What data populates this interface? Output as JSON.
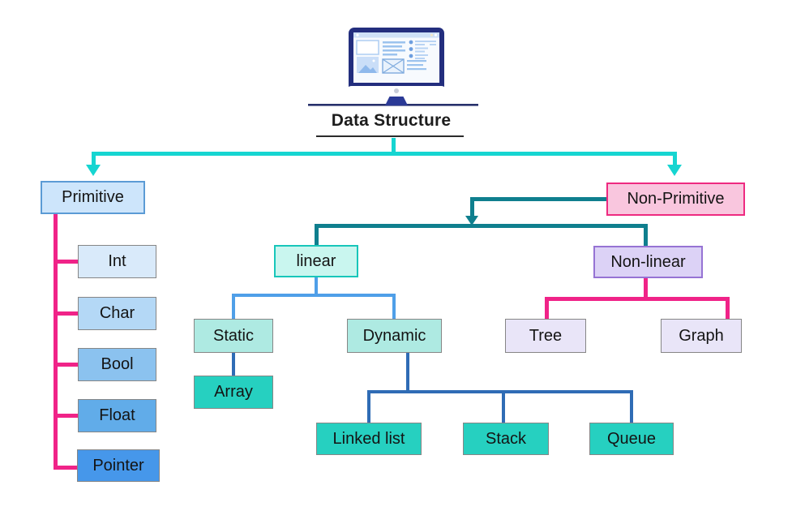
{
  "title": "Data Structure",
  "icon": {
    "name": "computer-monitor-icon"
  },
  "nodes": {
    "primitive": {
      "label": "Primitive"
    },
    "int": {
      "label": "Int"
    },
    "char": {
      "label": "Char"
    },
    "bool": {
      "label": "Bool"
    },
    "float": {
      "label": "Float"
    },
    "pointer": {
      "label": "Pointer"
    },
    "non_primitive": {
      "label": "Non-Primitive"
    },
    "linear": {
      "label": "linear"
    },
    "non_linear": {
      "label": "Non-linear"
    },
    "static": {
      "label": "Static"
    },
    "dynamic": {
      "label": "Dynamic"
    },
    "array": {
      "label": "Array"
    },
    "tree": {
      "label": "Tree"
    },
    "graph": {
      "label": "Graph"
    },
    "linked_list": {
      "label": "Linked list"
    },
    "stack": {
      "label": "Stack"
    },
    "queue": {
      "label": "Queue"
    }
  },
  "hierarchy": {
    "Data Structure": {
      "Primitive": [
        "Int",
        "Char",
        "Bool",
        "Float",
        "Pointer"
      ],
      "Non-Primitive": {
        "linear": {
          "Static": [
            "Array"
          ],
          "Dynamic": [
            "Linked list",
            "Stack",
            "Queue"
          ]
        },
        "Non-linear": [
          "Tree",
          "Graph"
        ]
      }
    }
  },
  "colors": {
    "root_connector": "#16d5d1",
    "non_primitive_connector": "#0f7f8e",
    "primitive_connector": "#f02388",
    "non_linear_connector": "#f02388",
    "linear_connector": "#4f9fe8",
    "dynamic_connector": "#2f6cb5",
    "primitive_fill": "#cde5fb",
    "primitive_border": "#5b9bd5",
    "non_primitive_fill": "#f9c6de",
    "non_primitive_border": "#ee2a80",
    "linear_fill": "#c9f6ef",
    "linear_border": "#18c6ba",
    "non_linear_fill": "#dcd2f6",
    "non_linear_border": "#9673d4",
    "static_dynamic_fill": "#aeeae2",
    "leaf_teal_fill": "#26d0c0",
    "tree_graph_fill": "#e9e5f8",
    "int_fill": "#d9eafa",
    "char_fill": "#b4d8f6",
    "bool_fill": "#8bc2ef",
    "float_fill": "#61ace9",
    "pointer_fill": "#4697ea",
    "gray_box_border": "#868686",
    "monitor_frame": "#232e7e"
  }
}
